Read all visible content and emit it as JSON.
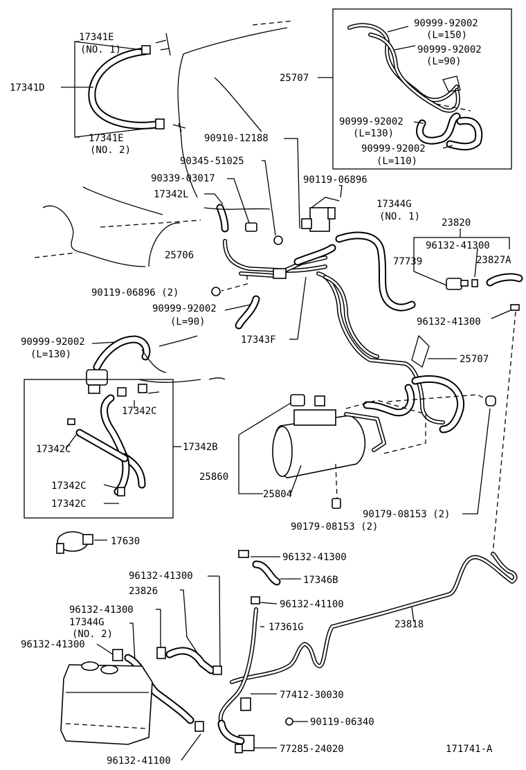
{
  "labels": {
    "l_17341E_1": "17341E",
    "l_no1_a": "(NO. 1)",
    "l_17341D": "17341D",
    "l_17341E_2": "17341E",
    "l_no2_a": "(NO. 2)",
    "l_25707_top": "25707",
    "l_90999_150": "90999-92002",
    "l_L150": "(L=150)",
    "l_90999_90a": "90999-92002",
    "l_L90a": "(L=90)",
    "l_90999_130a": "90999-92002",
    "l_L130a": "(L=130)",
    "l_90999_110": "90999-92002",
    "l_L110": "(L=110)",
    "l_90910": "90910-12188",
    "l_90345": "90345-51025",
    "l_90339": "90339-03017",
    "l_90119_a": "90119-06896",
    "l_17342L": "17342L",
    "l_17344G_1": "17344G",
    "l_no1_b": "(NO. 1)",
    "l_23820": "23820",
    "l_96132_41300_a": "96132-41300",
    "l_77739": "77739",
    "l_23827A": "23827A",
    "l_25706": "25706",
    "l_90119_b": "90119-06896 (2)",
    "l_90999_90b": "90999-92002",
    "l_L90b": "(L=90)",
    "l_96132_41300_b": "96132-41300",
    "l_90999_130b": "90999-92002",
    "l_L130b": "(L=130)",
    "l_17343F": "17343F",
    "l_25707_mid": "25707",
    "l_17342C_1": "17342C",
    "l_17342C_2": "17342C",
    "l_17342B": "17342B",
    "l_17342C_3": "17342C",
    "l_17342C_4": "17342C",
    "l_25860": "25860",
    "l_25804": "25804",
    "l_90179_a": "90179-08153 (2)",
    "l_90179_b": "90179-08153 (2)",
    "l_17630": "17630",
    "l_96132_41300_c": "96132-41300",
    "l_17346B": "17346B",
    "l_96132_41300_d": "96132-41300",
    "l_23826": "23826",
    "l_96132_41100_a": "96132-41100",
    "l_96132_41300_e": "96132-41300",
    "l_17361G": "17361G",
    "l_23818": "23818",
    "l_17344G_2": "17344G",
    "l_no2_b": "(NO. 2)",
    "l_96132_41300_f": "96132-41300",
    "l_77412": "77412-30030",
    "l_90119_c": "90119-06340",
    "l_77285": "77285-24020",
    "l_96132_41100_b": "96132-41100",
    "l_171741A": "171741-A"
  }
}
